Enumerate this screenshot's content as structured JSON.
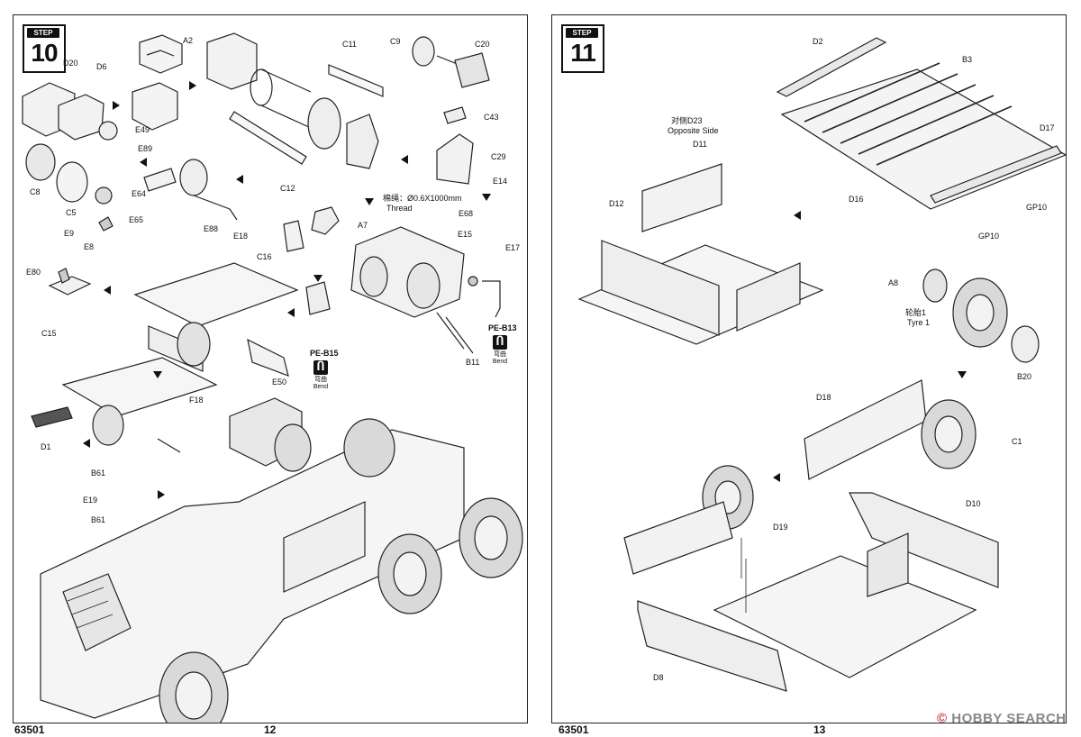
{
  "footer": {
    "code_left": "63501",
    "page_left": "12",
    "code_right": "63501",
    "page_right": "13"
  },
  "watermark": {
    "text": "HOBBY SEARCH",
    "symbol": "©"
  },
  "step10": {
    "badge": "STEP",
    "number": "10",
    "parts": [
      "A2",
      "D20",
      "D6",
      "E49",
      "C11",
      "C9",
      "C20",
      "C43",
      "C29",
      "C8",
      "C5",
      "E64",
      "E65",
      "E89",
      "E88",
      "E18",
      "C12",
      "E14",
      "E68",
      "E15",
      "E17",
      "E9",
      "E8",
      "E80",
      "C15",
      "A7",
      "C16",
      "B11",
      "E50",
      "D1",
      "F18",
      "B61",
      "E19",
      "B61"
    ],
    "thread_label_cn": "棉绳：Ø0.6X1000mm",
    "thread_label_en": "Thread",
    "bend_items": [
      {
        "part": "PE-B13",
        "label_cn": "弯曲",
        "label_en": "Bend"
      },
      {
        "part": "PE-B15",
        "label_cn": "弯曲",
        "label_en": "Bend"
      }
    ]
  },
  "step11": {
    "badge": "STEP",
    "number": "11",
    "parts": [
      "D2",
      "B3",
      "D17",
      "GP10",
      "GP10",
      "D11",
      "D12",
      "D16",
      "A8",
      "B20",
      "D18",
      "C1",
      "D19",
      "D10",
      "D8"
    ],
    "opposite_cn": "对侧D23",
    "opposite_en": "Opposite Side",
    "tyre_cn": "轮胎1",
    "tyre_en": "Tyre 1"
  },
  "icons": [
    "step-badge-icon",
    "tank-icon",
    "arrow-icon",
    "bend-icon"
  ]
}
